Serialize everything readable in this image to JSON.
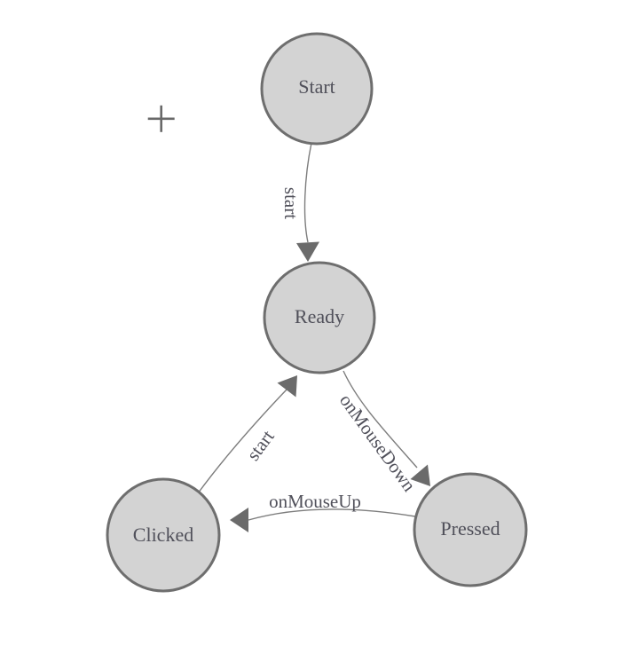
{
  "diagram": {
    "type": "state-machine",
    "nodes": [
      {
        "id": "start",
        "label": "Start"
      },
      {
        "id": "ready",
        "label": "Ready"
      },
      {
        "id": "clicked",
        "label": "Clicked"
      },
      {
        "id": "pressed",
        "label": "Pressed"
      }
    ],
    "edges": [
      {
        "from": "Start",
        "to": "Ready",
        "label": "start"
      },
      {
        "from": "Clicked",
        "to": "Ready",
        "label": "start"
      },
      {
        "from": "Ready",
        "to": "Pressed",
        "label": "onMouseDown"
      },
      {
        "from": "Pressed",
        "to": "Clicked",
        "label": "onMouseUp"
      }
    ]
  },
  "icons": {
    "crosshair": "plus-crosshair"
  },
  "colors": {
    "background": "#ffffff",
    "node_fill": "#d3d3d3",
    "node_border": "#6e6e6e",
    "edge_line": "#7d7d7d",
    "arrowhead": "#6b6b6b",
    "label_text": "#50505a",
    "crosshair": "#696969"
  }
}
